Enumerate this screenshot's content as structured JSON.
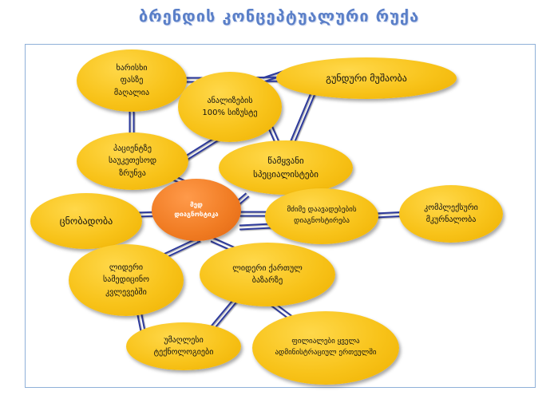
{
  "title": "ბრენდის კონცეპტუალური რუქა",
  "center": {
    "label": "მედ დიაგნოსტიკა"
  },
  "nodes": [
    {
      "id": "quality",
      "label": "ხარისხი ფასზე მაღალია"
    },
    {
      "id": "analysis",
      "label": "ანალიზების 100% სიზუსტე"
    },
    {
      "id": "team",
      "label": "გუნდური მუშაობა"
    },
    {
      "id": "patient",
      "label": "პაციენტზე საუკეთესოდ ზრუნვა"
    },
    {
      "id": "specialists",
      "label": "წამყვანი სპეციალისტები"
    },
    {
      "id": "awareness",
      "label": "ცნობადობა"
    },
    {
      "id": "diseases",
      "label": "მძიმე დაავადებების დიაგნოსტირება"
    },
    {
      "id": "complex",
      "label": "კომპლექსური მკურნალობა"
    },
    {
      "id": "leader_research",
      "label": "ლიდერი სამედიცინო კვლევებში"
    },
    {
      "id": "leader_market",
      "label": "ლიდერი ქართულ ბაზარზე"
    },
    {
      "id": "tech",
      "label": "უმაღლესი ტექნოლოგიები"
    },
    {
      "id": "branches",
      "label": "ფილიალები ყველა ადმინისტრაციულ ერთეულში"
    }
  ]
}
